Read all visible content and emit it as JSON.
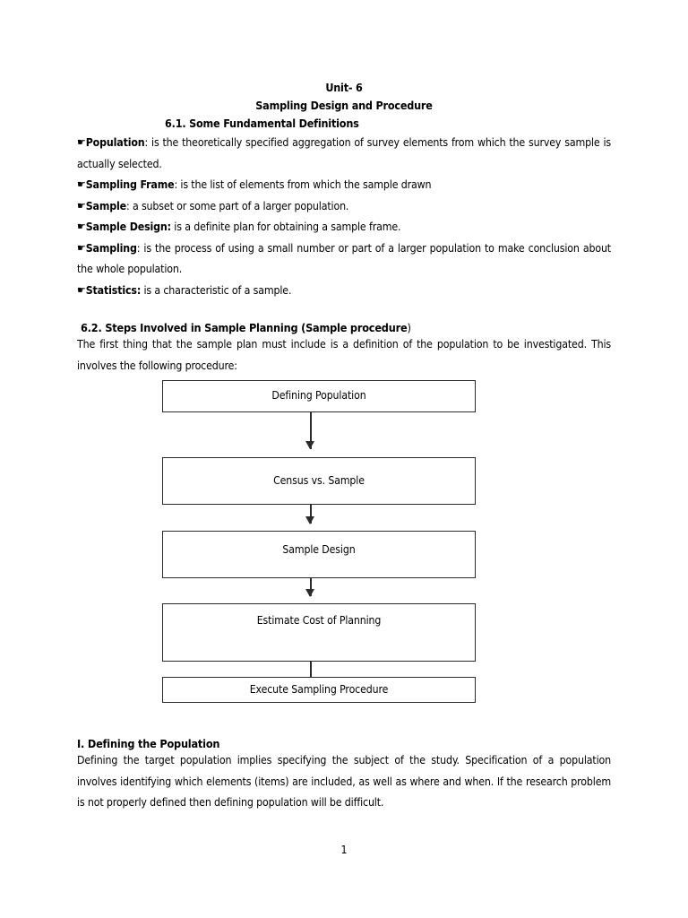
{
  "document": {
    "title_line1": "Unit- 6",
    "title_line2": "Sampling Design and Procedure",
    "section_61_heading": "6.1. Some Fundamental Definitions",
    "page_number": "1",
    "bullet_glyph": "☛"
  },
  "definitions": [
    {
      "term": "Population",
      "separator": ":",
      "text": " is the theoretically specified aggregation of survey elements from which the survey sample is actually selected."
    },
    {
      "term": "Sampling Frame",
      "separator": ":",
      "text": " is the list of elements from which the sample drawn"
    },
    {
      "term": "Sample",
      "separator": ":",
      "text": " a subset or some part of a larger population."
    },
    {
      "term": "Sample Design:",
      "separator": "",
      "text": " is a definite plan for obtaining a sample frame."
    },
    {
      "term": "Sampling",
      "separator": ":",
      "text": " is the process of using a small number or part of a larger population to make conclusion about the whole population."
    },
    {
      "term": "Statistics:",
      "separator": "",
      "text": " is a characteristic of a sample."
    }
  ],
  "section_62": {
    "heading_bold": "6.2. Steps Involved in Sample Planning (Sample procedure",
    "heading_tail": ")",
    "paragraph": "The first thing that the sample plan must include is a definition of the population to be investigated.  This involves the following procedure:"
  },
  "flowchart": {
    "type": "flowchart",
    "orientation": "vertical",
    "boxes": [
      {
        "id": "defining-population",
        "label": "Defining Population"
      },
      {
        "id": "census-vs-sample",
        "label": "Census vs. Sample"
      },
      {
        "id": "sample-design",
        "label": "Sample Design"
      },
      {
        "id": "estimate-cost-of-planning",
        "label": "Estimate Cost of Planning"
      },
      {
        "id": "execute-sampling-procedure",
        "label": "Execute Sampling Procedure"
      }
    ],
    "connectors": [
      {
        "from": "defining-population",
        "to": "census-vs-sample",
        "arrowhead": true
      },
      {
        "from": "census-vs-sample",
        "to": "sample-design",
        "arrowhead": true
      },
      {
        "from": "sample-design",
        "to": "estimate-cost-of-planning",
        "arrowhead": true
      },
      {
        "from": "estimate-cost-of-planning",
        "to": "execute-sampling-procedure",
        "arrowhead": false
      }
    ],
    "border_color": "#2b2b2b",
    "fill_color": "#ffffff"
  },
  "section_I": {
    "heading": "I.  Defining the Population",
    "paragraph": "Defining the target population implies specifying the subject of the study.  Specification of a population involves identifying which elements (items) are included, as well as where and when.  If the research problem is not properly defined then defining population will be difficult."
  }
}
